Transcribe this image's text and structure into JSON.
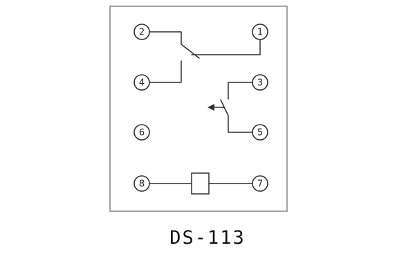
{
  "diagram": {
    "title": "DS-113",
    "type": "relay-internal-wiring-schematic",
    "terminals": [
      {
        "label": "2"
      },
      {
        "label": "1"
      },
      {
        "label": "4"
      },
      {
        "label": "3"
      },
      {
        "label": "6"
      },
      {
        "label": "5"
      },
      {
        "label": "8"
      },
      {
        "label": "7"
      }
    ],
    "components": {
      "changeover_contact": "contact between terminals 2/4 and 1",
      "actuated_contact": "contact with actuation arrow between terminals 3 and 5",
      "coil": "coil between terminals 8 and 7"
    },
    "colors": {
      "background": "#ffffff",
      "line": "#2e2e2e",
      "outline": "#8c8c8c",
      "text": "#111111"
    }
  }
}
